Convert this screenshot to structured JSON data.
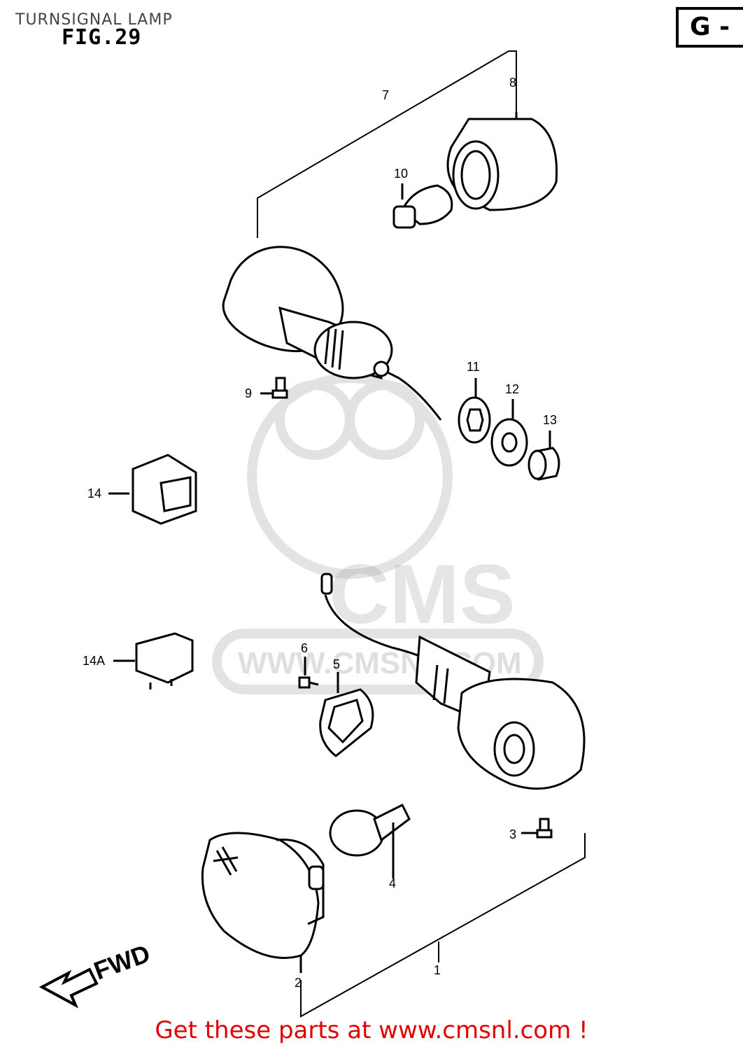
{
  "title": "TURNSIGNAL LAMP",
  "figure": "FIG.29",
  "section": "G -",
  "direction_label": "FWD",
  "watermark": {
    "brand": "CMS",
    "url": "WWW.CMSNL.COM"
  },
  "callouts": [
    "1",
    "2",
    "3",
    "4",
    "5",
    "6",
    "7",
    "8",
    "9",
    "10",
    "11",
    "12",
    "13",
    "14",
    "14A"
  ],
  "footer": "Get these parts at www.cmsnl.com !"
}
